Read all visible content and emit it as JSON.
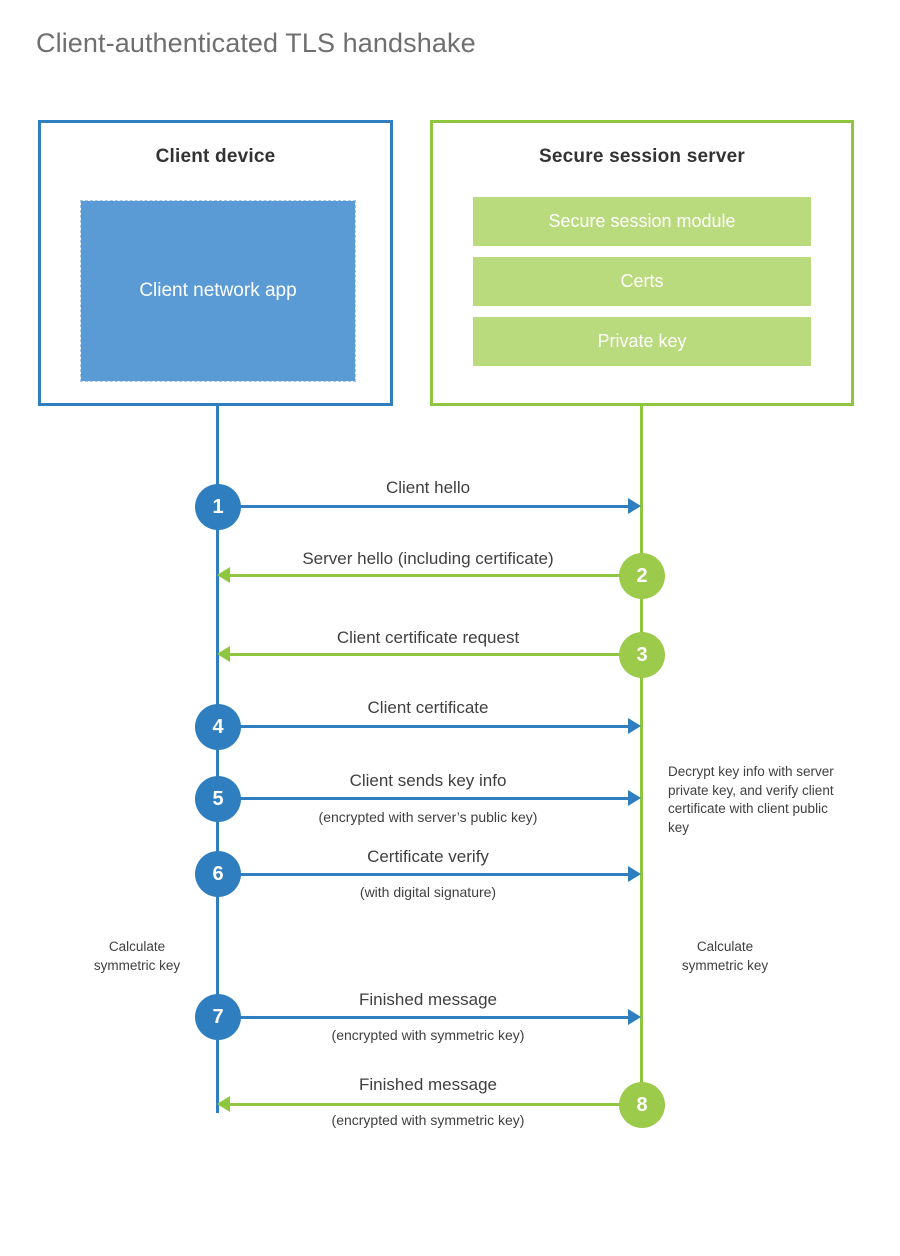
{
  "title": "Client-authenticated TLS handshake",
  "colors": {
    "client_blue": "#2f7ec0",
    "client_app_fill": "#5b9bd5",
    "server_green": "#8fc63f",
    "server_module_fill": "#badb7d",
    "step_green": "#9ccb4b",
    "text": "#3f3f3f"
  },
  "client": {
    "title": "Client device",
    "app_label": "Client network app"
  },
  "server": {
    "title": "Secure session server",
    "modules": [
      {
        "label": "Secure session module"
      },
      {
        "label": "Certs"
      },
      {
        "label": "Private key"
      }
    ]
  },
  "chart_data": {
    "type": "sequence-diagram",
    "actors": [
      "Client device",
      "Secure session server"
    ],
    "steps": [
      {
        "number": "1",
        "label": "Client hello",
        "sub": "",
        "direction": "client-to-server",
        "color": "blue"
      },
      {
        "number": "2",
        "label": "Server hello (including certificate)",
        "sub": "",
        "direction": "server-to-client",
        "color": "green"
      },
      {
        "number": "3",
        "label": "Client certificate request",
        "sub": "",
        "direction": "server-to-client",
        "color": "green"
      },
      {
        "number": "4",
        "label": "Client certificate",
        "sub": "",
        "direction": "client-to-server",
        "color": "blue"
      },
      {
        "number": "5",
        "label": "Client sends key info",
        "sub": "(encrypted with server’s public key)",
        "direction": "client-to-server",
        "color": "blue"
      },
      {
        "number": "6",
        "label": "Certificate verify",
        "sub": "(with digital signature)",
        "direction": "client-to-server",
        "color": "blue"
      },
      {
        "number": "7",
        "label": "Finished message",
        "sub": "(encrypted with symmetric key)",
        "direction": "client-to-server",
        "color": "blue"
      },
      {
        "number": "8",
        "label": "Finished message",
        "sub": "(encrypted with symmetric key)",
        "direction": "server-to-client",
        "color": "green"
      }
    ]
  },
  "notes": {
    "server_decrypt": "Decrypt key info with server private key, and verify client certificate with client public key",
    "client_calc": "Calculate symmetric key",
    "server_calc": "Calculate symmetric key"
  }
}
